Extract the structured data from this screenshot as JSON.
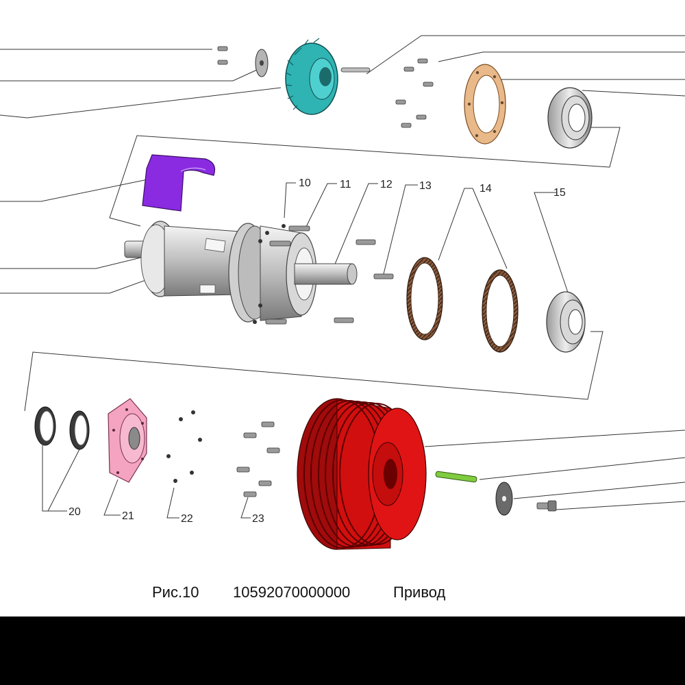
{
  "figure": {
    "caption_prefix": "Рис.10",
    "caption_code": "10592070000000",
    "caption_title": "Привод"
  },
  "callouts": [
    "10",
    "11",
    "12",
    "13",
    "14",
    "15",
    "20",
    "21",
    "22",
    "23"
  ],
  "colors": {
    "bevel_gear": "#2fb3b3",
    "gasket_ring": "#e9b98a",
    "half_bushing": "#8a2be2",
    "flange_cover": "#f4a4c0",
    "pulley": "#d10f0f",
    "key": "#7fcc3f",
    "housing": "#c8c8c8",
    "background_bottom_band": "#000000"
  },
  "icons": [
    "bolt-icon",
    "washer-icon",
    "bearing-icon",
    "gasket-icon",
    "seal-icon"
  ]
}
